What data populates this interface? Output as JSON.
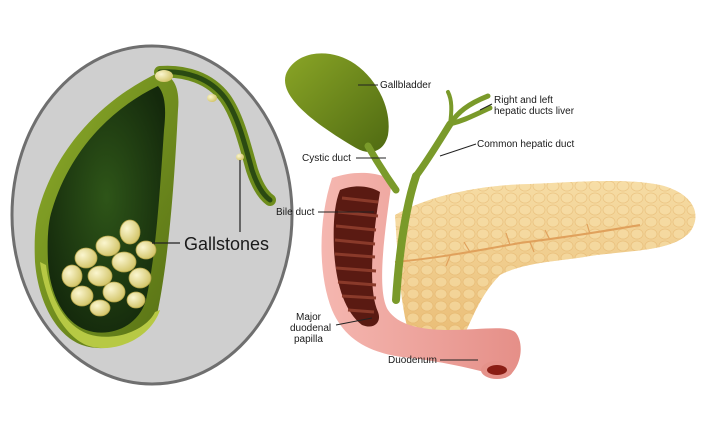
{
  "labels": {
    "gallstones": "Gallstones",
    "gallbladder": "Gallbladder",
    "hepatic_ducts_line1": "Right and left",
    "hepatic_ducts_line2": "hepatic ducts liver",
    "common_hepatic_duct": "Common hepatic duct",
    "cystic_duct": "Cystic duct",
    "bile_duct": "Bile duct",
    "papilla_line1": "Major",
    "papilla_line2": "duodenal",
    "papilla_line3": "papilla",
    "duodenum": "Duodenum"
  },
  "colors": {
    "inset_bg": "#cfcfcf",
    "inset_border": "#7a7a7a",
    "gallbladder_green": "#6f8f1f",
    "gallbladder_dark": "#1f3a12",
    "duct_green": "#7a9a2a",
    "stone_yellow": "#efe39a",
    "pancreas": "#f2cf8f",
    "duodenum_pink": "#f0a6a0",
    "duodenum_inner": "#5a1a12"
  }
}
